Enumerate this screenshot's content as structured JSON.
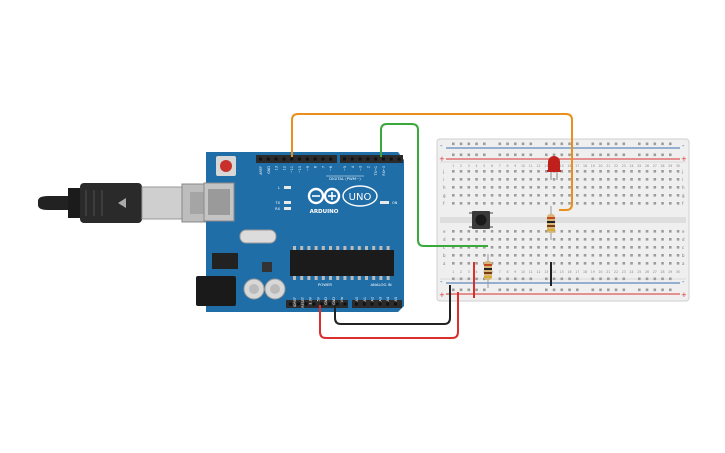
{
  "colors": {
    "board": "#1f6ea8",
    "board_dark": "#155a8c",
    "header": "#2b2b2b",
    "breadboard": "#efefef",
    "rail_red": "#d9302c",
    "rail_blue": "#3a6fb0",
    "wire_orange": "#e8901b",
    "wire_green": "#3aa83a",
    "wire_red": "#d9302c",
    "wire_black": "#222222",
    "led_red": "#c0201c"
  },
  "arduino": {
    "brand_label": "ARDUINO",
    "model_label": "UNO",
    "digital_header_label": "DIGITAL (PWM~)",
    "power_header_label": "POWER",
    "analog_header_label": "ANALOG IN",
    "on_label": "ON",
    "led_l_label": "L",
    "led_tx_label": "TX",
    "led_rx_label": "RX",
    "digital_pins": [
      "AREF",
      "GND",
      "13",
      "12",
      "~11",
      "~10",
      "~9",
      "8",
      "7",
      "~6",
      "~5",
      "4",
      "~3",
      "2",
      "TX→1",
      "RX←0"
    ],
    "power_pins": [
      "IOREF",
      "RESET",
      "3.3V",
      "5V",
      "GND",
      "GND",
      "Vin"
    ],
    "analog_pins": [
      "A0",
      "A1",
      "A2",
      "A3",
      "A4",
      "A5"
    ]
  },
  "breadboard": {
    "row_labels_top": [
      "j",
      "i",
      "h",
      "g",
      "f"
    ],
    "row_labels_bottom": [
      "e",
      "d",
      "c",
      "b",
      "a"
    ],
    "rail_plus": "+",
    "rail_minus": "-"
  }
}
